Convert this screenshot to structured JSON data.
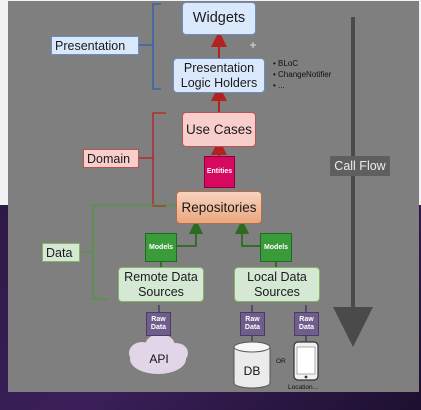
{
  "layers": {
    "presentation": "Presentation",
    "domain": "Domain",
    "data": "Data"
  },
  "nodes": {
    "widgets": "Widgets",
    "logic_holders_line1": "Presentation",
    "logic_holders_line2": "Logic Holders",
    "use_cases": "Use Cases",
    "repositories": "Repositories",
    "remote_line1": "Remote Data",
    "remote_line2": "Sources",
    "local_line1": "Local Data",
    "local_line2": "Sources",
    "api": "API",
    "db": "DB"
  },
  "logic_holder_examples": [
    "BLoC",
    "ChangeNotifier",
    "..."
  ],
  "tags": {
    "entities": "Entities",
    "models": "Models",
    "raw_line1": "Raw",
    "raw_line2": "Data"
  },
  "or_text": "OR",
  "location_text": "Location...",
  "call_flow": "Call Flow",
  "colors": {
    "arrow": "#b32121",
    "flow_arrow": "#2d6b1f",
    "presentation_line": "#2d5fb0",
    "domain_line": "#b32121",
    "data_line": "#4a9b3a"
  }
}
